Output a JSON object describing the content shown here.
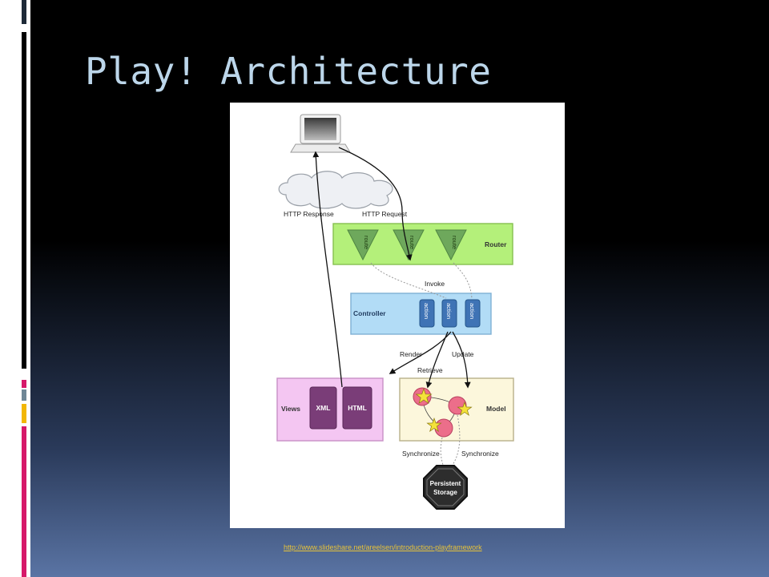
{
  "slide": {
    "title": "Play! Architecture",
    "source_link": "http://www.slideshare.net/areelsen/introduction-playframework"
  },
  "diagram": {
    "labels": {
      "http_response": "HTTP Response",
      "http_request": "HTTP Request",
      "router": "Router",
      "route": "route",
      "invoke": "Invoke",
      "controller": "Controller",
      "action": "action",
      "render": "Render",
      "update": "Update",
      "retrieve": "Retrieve",
      "views": "Views",
      "xml": "XML",
      "html": "HTML",
      "model": "Model",
      "synchronize": "Synchronize",
      "persistent_line1": "Persistent",
      "persistent_line2": "Storage"
    }
  }
}
